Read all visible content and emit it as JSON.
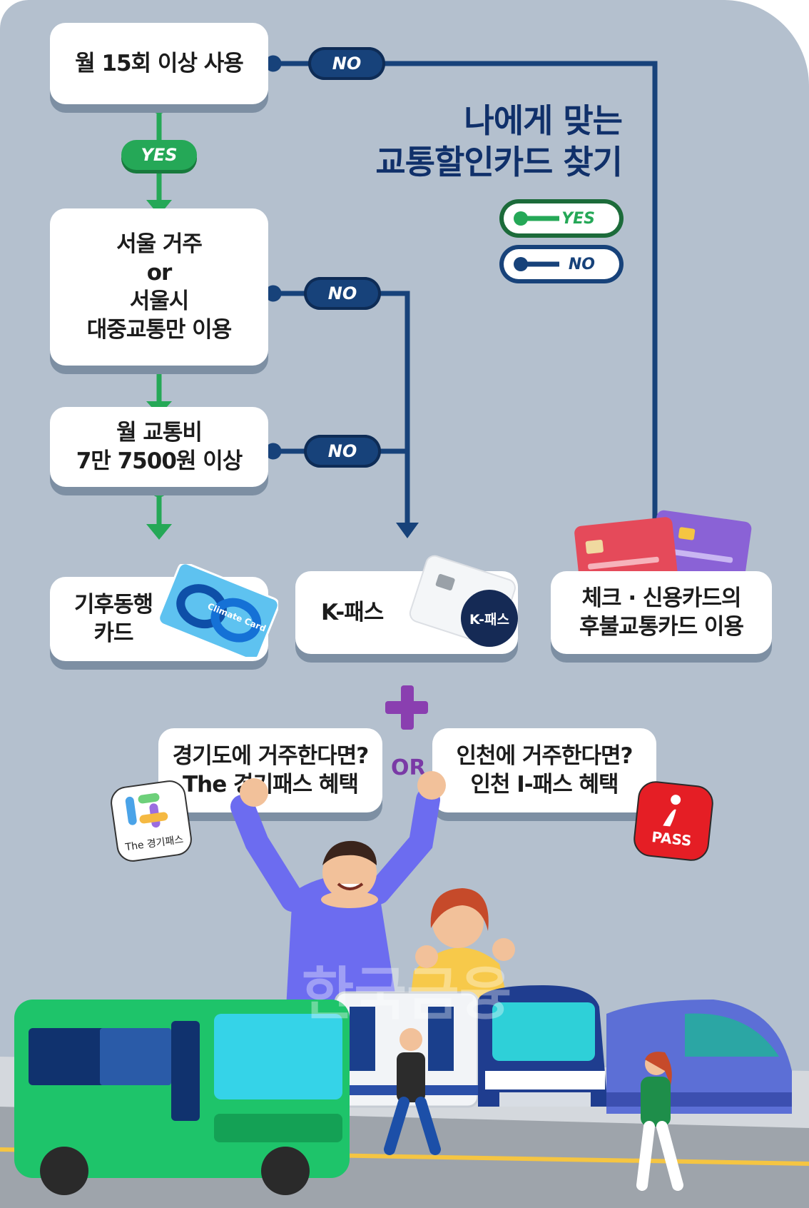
{
  "title": {
    "line1": "나에게 맞는",
    "line2": "교통할인카드 찾기"
  },
  "legend": {
    "yes": "YES",
    "no": "NO"
  },
  "colors": {
    "background": "#b4c0ce",
    "no_line": "#17427a",
    "yes_line": "#25a857",
    "title": "#10306a",
    "plus": "#8a3fb0"
  },
  "flow": {
    "q1": "월 15회 이상 사용",
    "q2": {
      "line1": "서울 거주",
      "line2": "or",
      "line3": "서울시",
      "line4": "대중교통만 이용"
    },
    "q3": {
      "line1": "월 교통비",
      "line2": "7만 7500원 이상"
    },
    "yes_label": "YES",
    "no_label": "NO"
  },
  "results": {
    "climate": {
      "line1": "기후동행",
      "line2": "카드",
      "card_text": "Climate Card"
    },
    "kpass": {
      "label": "K-패스",
      "badge": "K-패스"
    },
    "credit": {
      "line1": "체크 · 신용카드의",
      "line2": "후불교통카드 이용"
    }
  },
  "regional": {
    "gyeonggi": {
      "line1": "경기도에 거주한다면?",
      "line2": "The 경기패스 혜택",
      "logo_text": "The 경기패스"
    },
    "or": "OR",
    "incheon": {
      "line1": "인천에 거주한다면?",
      "line2": "인천 I-패스 혜택",
      "logo_text": "PASS"
    }
  },
  "watermark": "한국금융"
}
